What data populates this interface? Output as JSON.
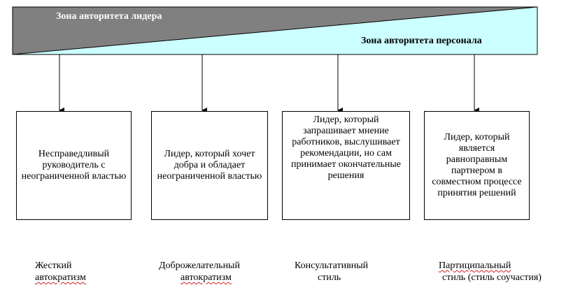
{
  "zones": {
    "leader_label": "Зона авторитета лидера",
    "staff_label": "Зона авторитета персонала",
    "leader_color": "#808080",
    "staff_color": "#ccffff"
  },
  "boxes": [
    {
      "text": "Несправедливый руководитель с неограниченной властью"
    },
    {
      "text": "Лидер, который хочет добра и обладает неограниченной властью"
    },
    {
      "text": "Лидер, который запрашивает мнение работников, выслушивает рекомендации, но сам принимает окончательные решения"
    },
    {
      "text": "Лидер, который является равноправным партнером в совместном процессе принятия решений"
    }
  ],
  "styles": [
    {
      "line1": "Жесткий",
      "line2": "автократизм"
    },
    {
      "line1": "Доброжелательный",
      "line2": "автократизм"
    },
    {
      "line1": "Консультативный",
      "line2": "стиль"
    },
    {
      "line1": "Партиципальный",
      "line2": "стиль (стиль соучастия)"
    }
  ]
}
